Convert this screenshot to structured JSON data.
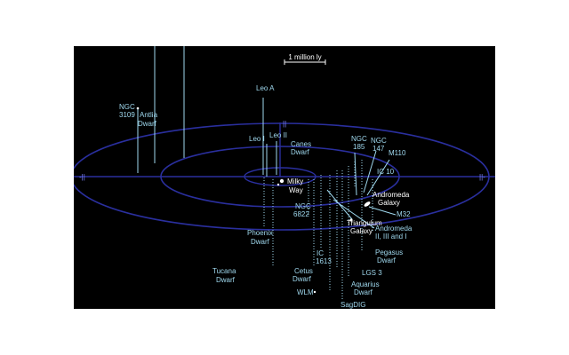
{
  "scale_bar": {
    "label": "1 million ly"
  },
  "colors": {
    "background": "#000000",
    "orbit": "#2a2f9e",
    "label": "#9fd8ee",
    "highlight": "#ffffff",
    "blue_label": "#7f87ff"
  },
  "objects": {
    "ngc3109": {
      "lines": [
        "NGC",
        "3109"
      ]
    },
    "antlia": {
      "lines": [
        "Antlia",
        "Dwarf"
      ]
    },
    "leo_a": {
      "lines": [
        "Leo A"
      ]
    },
    "leo_i": {
      "lines": [
        "Leo I"
      ]
    },
    "leo_ii": {
      "lines": [
        "Leo II"
      ]
    },
    "canes": {
      "lines": [
        "Canes",
        "Dwarf"
      ]
    },
    "milky_way": {
      "lines": [
        "Milky",
        "Way"
      ]
    },
    "ngc185": {
      "lines": [
        "NGC",
        "185"
      ]
    },
    "ngc147": {
      "lines": [
        "NGC",
        "147"
      ]
    },
    "m110": {
      "lines": [
        "M110"
      ]
    },
    "ic10": {
      "lines": [
        "IC 10"
      ]
    },
    "andromeda": {
      "lines": [
        "Andromeda",
        "Galaxy"
      ]
    },
    "m32": {
      "lines": [
        "M32"
      ]
    },
    "ngc6822": {
      "lines": [
        "NGC",
        "6822"
      ]
    },
    "triangulum": {
      "lines": [
        "Triangulum",
        "Galaxy"
      ]
    },
    "andromeda_sats": {
      "lines": [
        "Andromeda",
        "II, III and I"
      ]
    },
    "phoenix": {
      "lines": [
        "Phoenix",
        "Dwarf"
      ]
    },
    "pegasus": {
      "lines": [
        "Pegasus",
        "Dwarf"
      ]
    },
    "ic1613": {
      "lines": [
        "IC",
        "1613"
      ]
    },
    "lgs3": {
      "lines": [
        "LGS 3"
      ]
    },
    "tucana": {
      "lines": [
        "Tucana",
        "Dwarf"
      ]
    },
    "cetus": {
      "lines": [
        "Cetus",
        "Dwarf"
      ]
    },
    "aquarius": {
      "lines": [
        "Aquarius",
        "Dwarf"
      ]
    },
    "wlm": {
      "lines": [
        "WLM"
      ]
    },
    "sagdig": {
      "lines": [
        "SagDIG"
      ]
    }
  }
}
